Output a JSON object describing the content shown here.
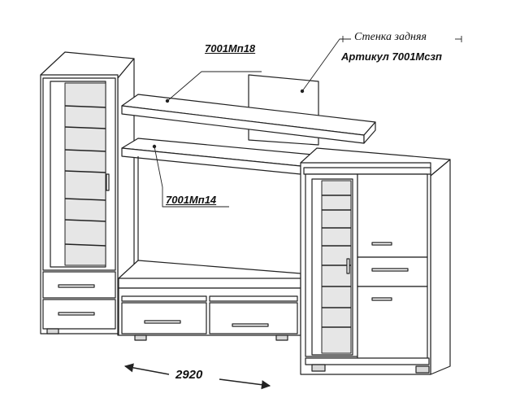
{
  "labels": {
    "top_shelf_code": "7001Мп18",
    "lower_shelf_code": "7001Мп14",
    "rear_wall_title": "Стенка задняя",
    "article": "Артикул 7001Мсзп",
    "width_dimension": "2920"
  }
}
